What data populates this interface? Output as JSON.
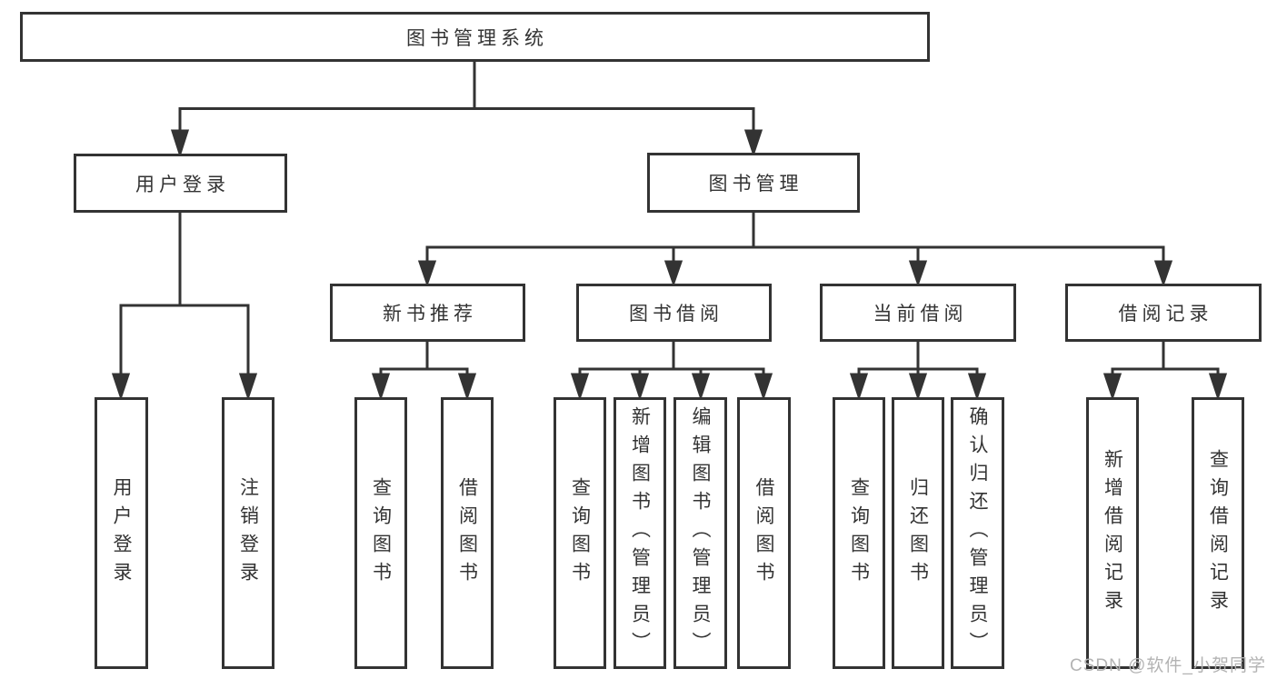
{
  "tree": {
    "root": {
      "label": "图书管理系统"
    },
    "login": {
      "label": "用户登录",
      "children": [
        {
          "label": "用户登录"
        },
        {
          "label": "注销登录"
        }
      ]
    },
    "management": {
      "label": "图书管理",
      "sections": [
        {
          "label": "新书推荐",
          "children": [
            {
              "label": "查询图书"
            },
            {
              "label": "借阅图书"
            }
          ]
        },
        {
          "label": "图书借阅",
          "children": [
            {
              "label": "查询图书"
            },
            {
              "label": "新增图书（管理员）"
            },
            {
              "label": "编辑图书（管理员）"
            },
            {
              "label": "借阅图书"
            }
          ]
        },
        {
          "label": "当前借阅",
          "children": [
            {
              "label": "查询图书"
            },
            {
              "label": "归还图书"
            },
            {
              "label": "确认归还（管理员）"
            }
          ]
        },
        {
          "label": "借阅记录",
          "children": [
            {
              "label": "新增借阅记录"
            },
            {
              "label": "查询借阅记录"
            }
          ]
        }
      ]
    }
  },
  "watermark": {
    "text": "CSDN @软件_小贺同学"
  },
  "colors": {
    "line": "#333333",
    "text": "#333333",
    "background": "#ffffff",
    "watermark": "#b3b3b3"
  }
}
